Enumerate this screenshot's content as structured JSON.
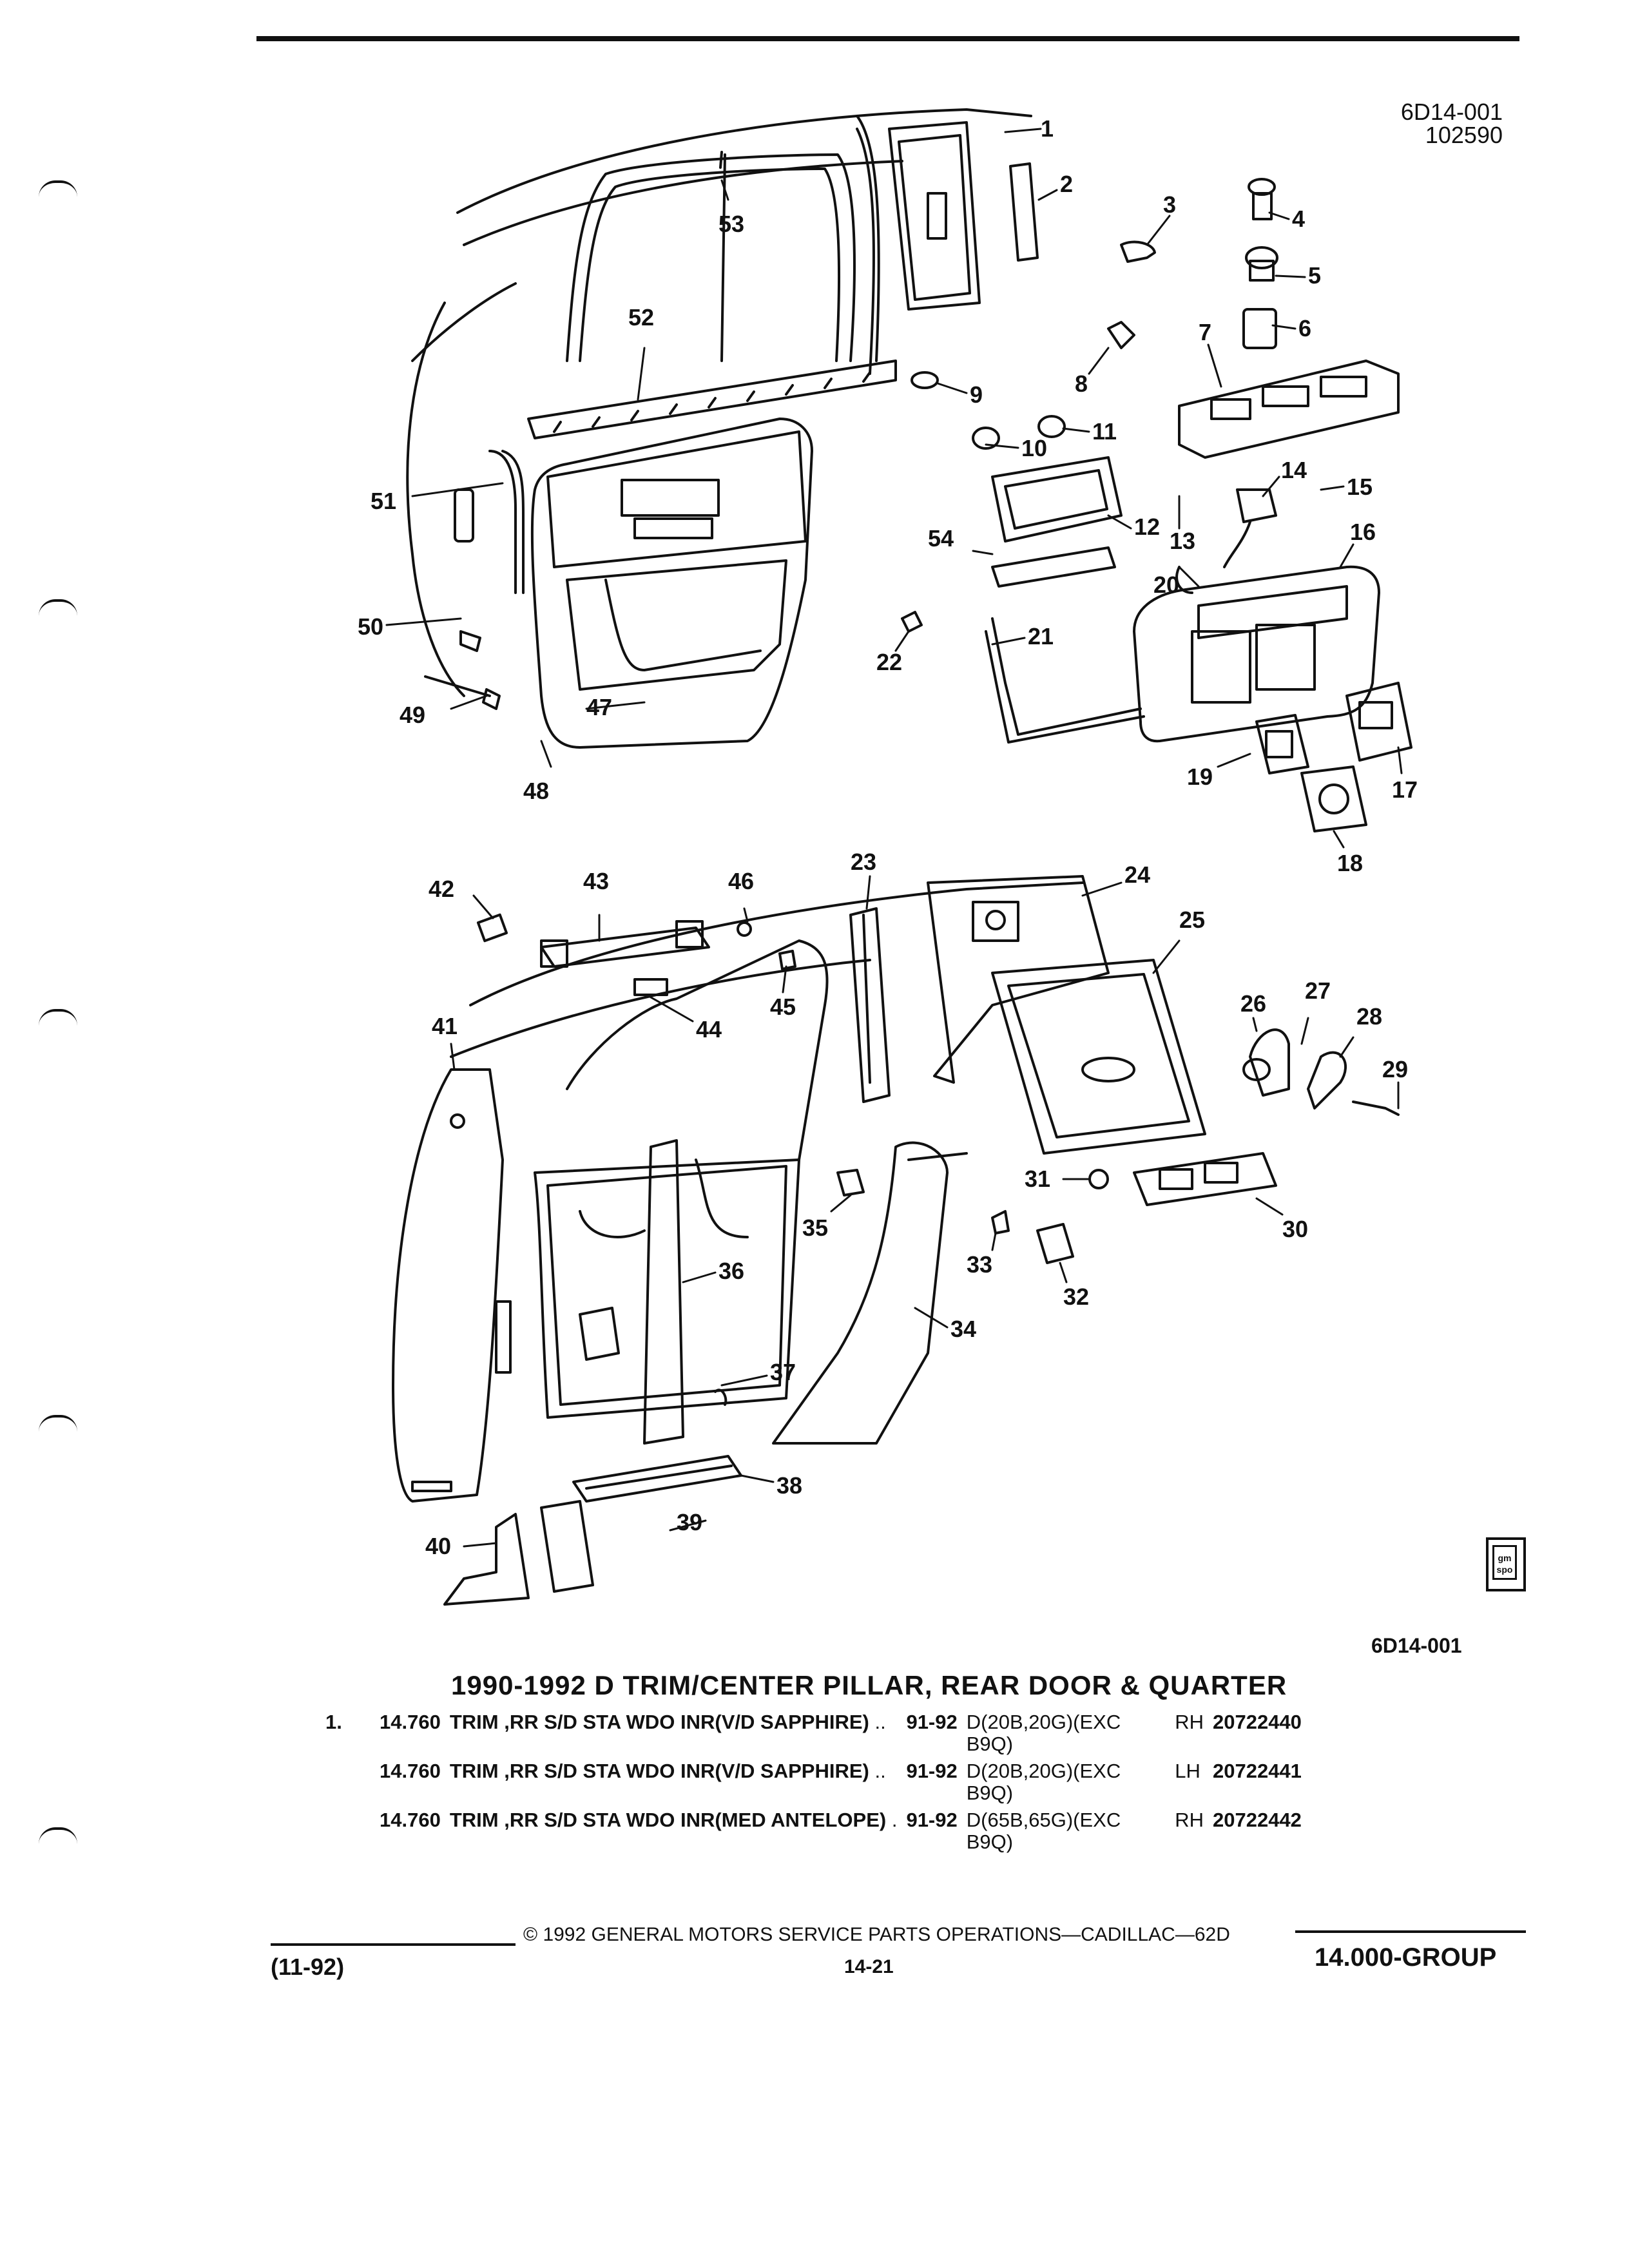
{
  "header": {
    "ref_code_line1": "6D14-001",
    "ref_code_line2": "102590"
  },
  "diagram": {
    "callouts": [
      "1",
      "2",
      "3",
      "4",
      "5",
      "6",
      "7",
      "8",
      "9",
      "10",
      "11",
      "12",
      "13",
      "14",
      "15",
      "16",
      "17",
      "18",
      "19",
      "20",
      "21",
      "22",
      "23",
      "24",
      "25",
      "26",
      "27",
      "28",
      "29",
      "30",
      "31",
      "32",
      "33",
      "34",
      "35",
      "36",
      "37",
      "38",
      "39",
      "40",
      "41",
      "42",
      "43",
      "44",
      "45",
      "46",
      "47",
      "48",
      "49",
      "50",
      "51",
      "52",
      "53",
      "54"
    ],
    "badge_logo": "gm spo"
  },
  "figure_code": "6D14-001",
  "section_title": "1990-1992 D TRIM/CENTER PILLAR, REAR DOOR & QUARTER",
  "parts": [
    {
      "item": "1.",
      "group": "14.760",
      "description": "TRIM ,RR S/D STA WDO INR(V/D SAPPHIRE)",
      "dots": "..",
      "years": "91-92",
      "usage": "D(20B,20G)(EXC",
      "usage2": "B9Q)",
      "side": "RH",
      "part_number": "20722440"
    },
    {
      "item": "",
      "group": "14.760",
      "description": "TRIM ,RR S/D STA WDO INR(V/D SAPPHIRE)",
      "dots": "..",
      "years": "91-92",
      "usage": "D(20B,20G)(EXC",
      "usage2": "B9Q)",
      "side": "LH",
      "part_number": "20722441"
    },
    {
      "item": "",
      "group": "14.760",
      "description": "TRIM ,RR S/D STA WDO INR(MED ANTELOPE)",
      "dots": ".",
      "years": "91-92",
      "usage": "D(65B,65G)(EXC",
      "usage2": "B9Q)",
      "side": "RH",
      "part_number": "20722442"
    }
  ],
  "footer": {
    "copyright": "© 1992 GENERAL MOTORS SERVICE PARTS OPERATIONS—CADILLAC—62D",
    "date_code": "(11-92)",
    "page_number": "14-21",
    "group": "14.000-GROUP"
  }
}
